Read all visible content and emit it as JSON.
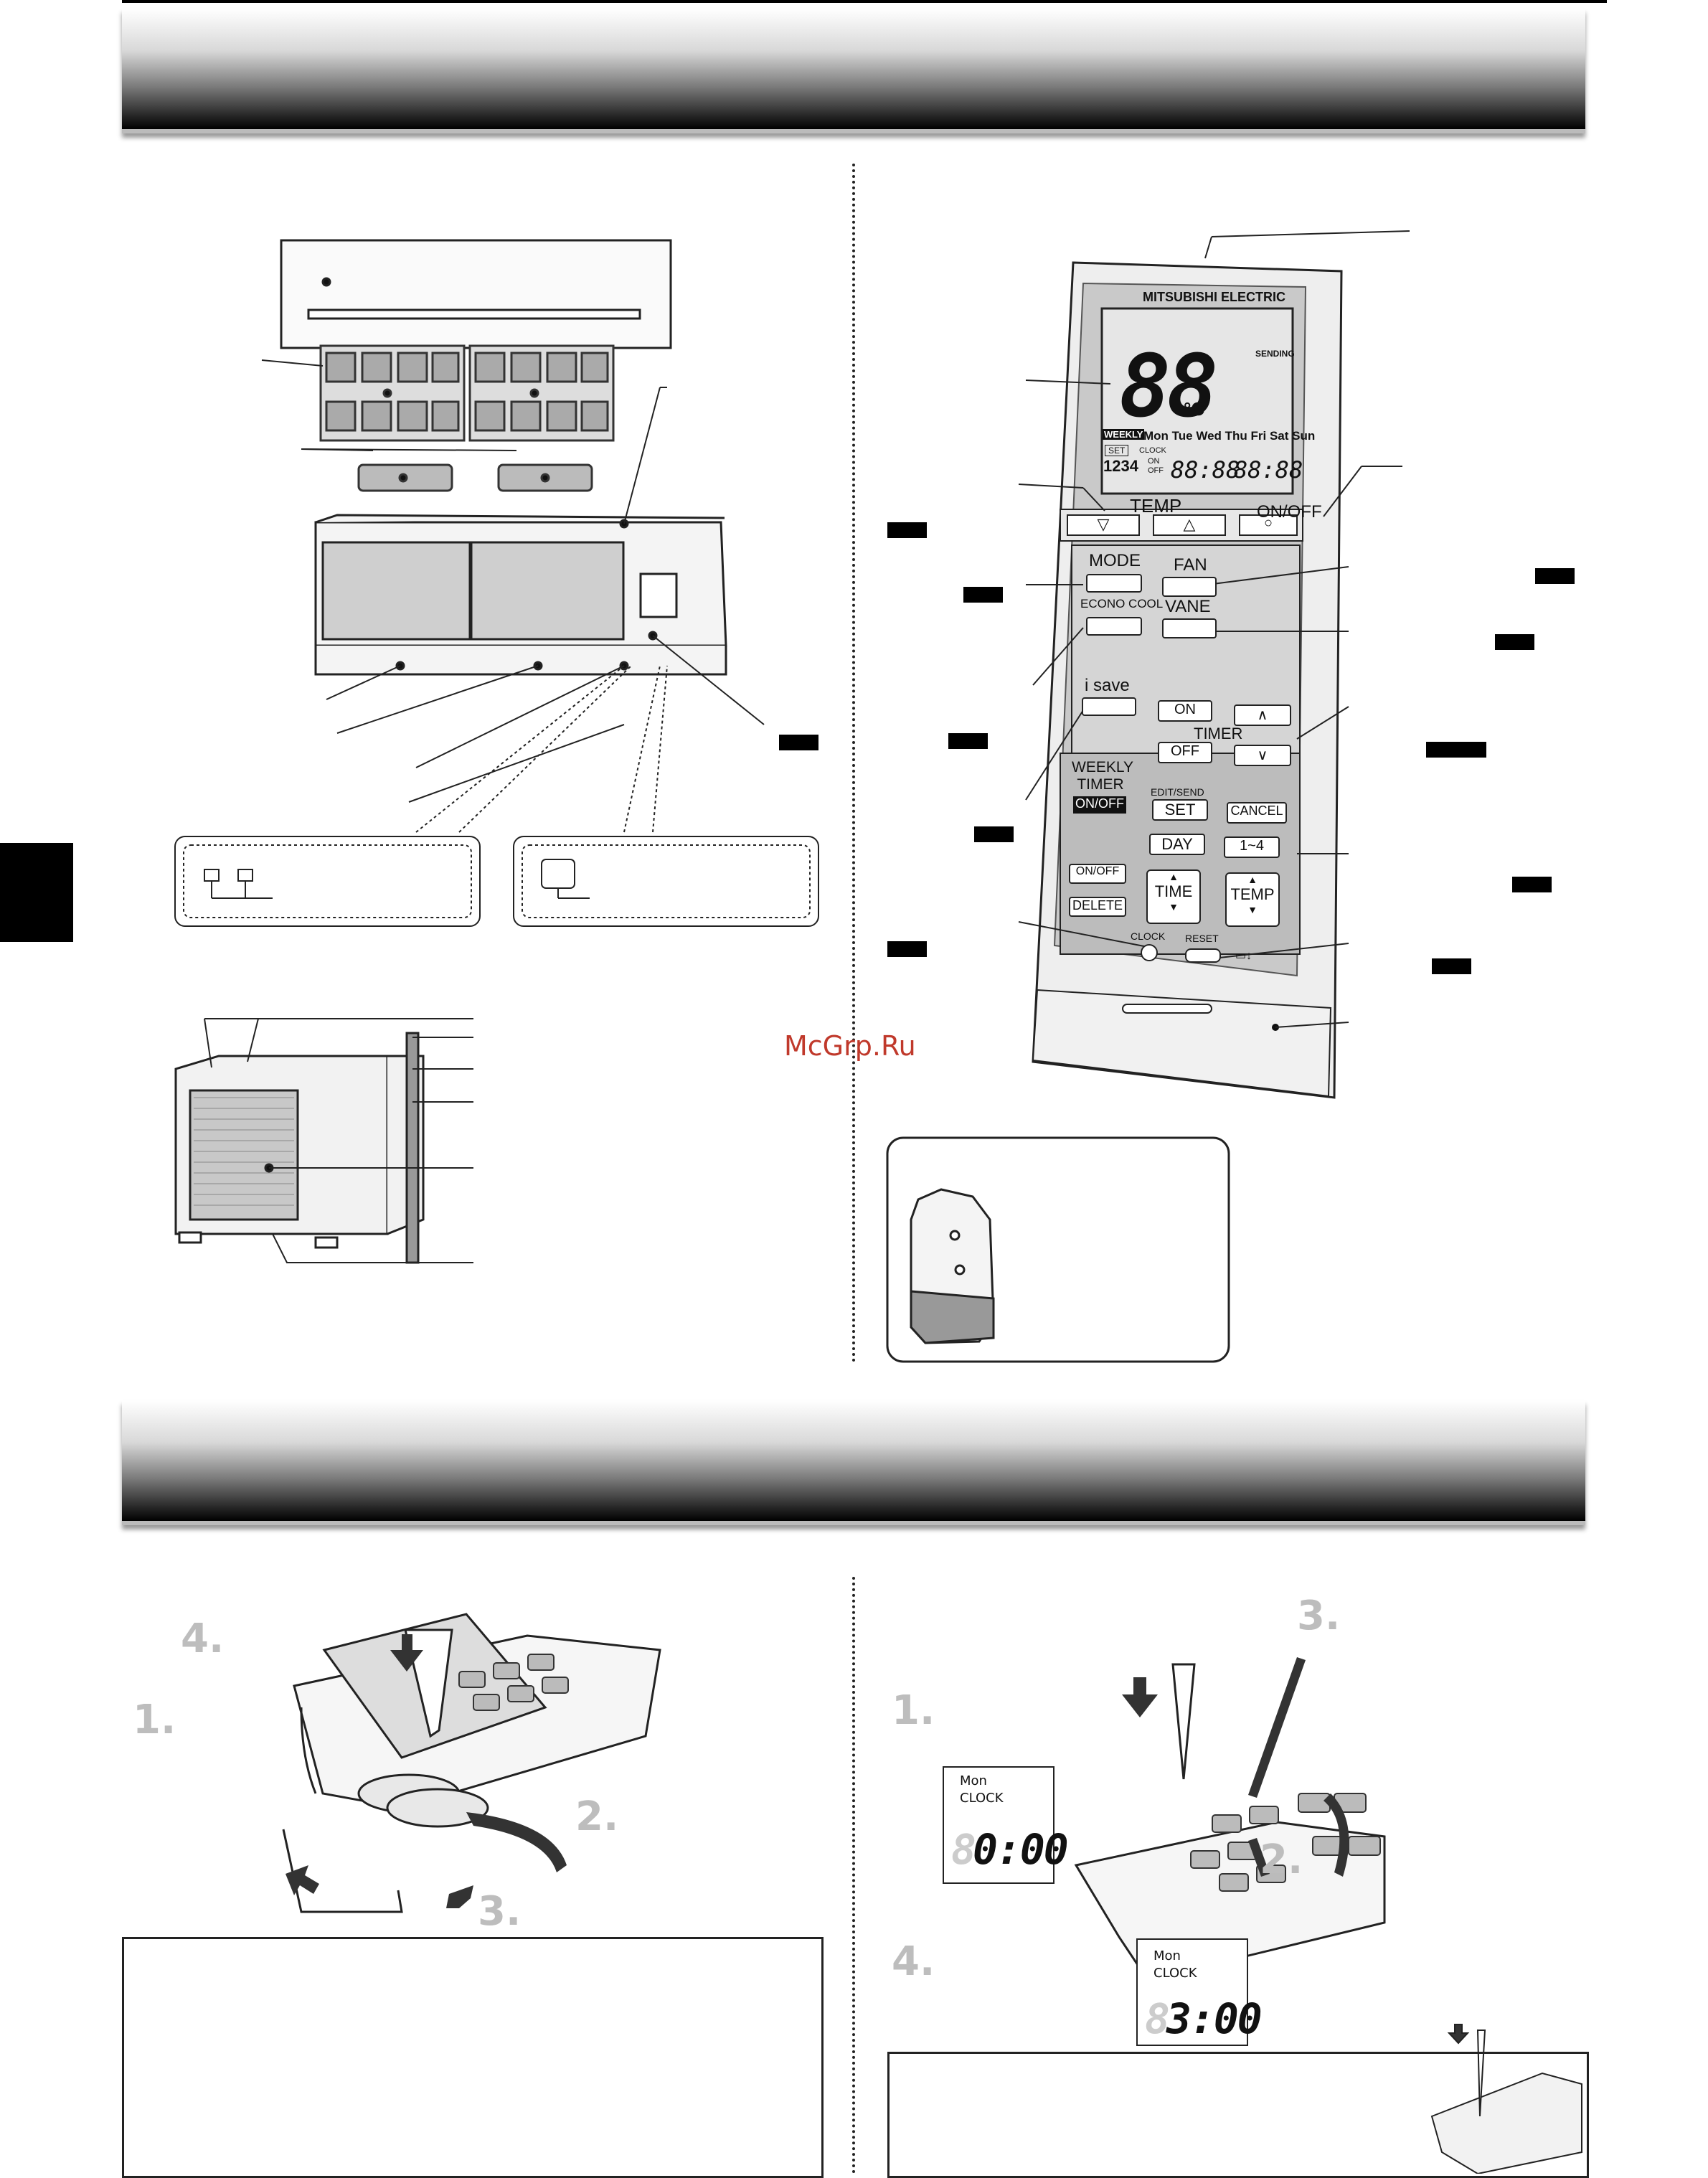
{
  "watermark": "McGrp.Ru",
  "remote": {
    "brand": "MITSUBISHI ELECTRIC",
    "lcd": {
      "temp": "88",
      "unit": "°C",
      "sending": "SENDING",
      "weekly": "WEEKLY",
      "days": "Mon Tue Wed Thu Fri Sat Sun",
      "set": "SET",
      "clock": "CLOCK",
      "on": "ON",
      "off": "OFF",
      "prog": "1234",
      "time1": "88:88",
      "time2": "88:88"
    },
    "temp_label": "TEMP",
    "onoff_label": "ON/OFF",
    "mode": "MODE",
    "fan": "FAN",
    "econo_cool": "ECONO COOL",
    "vane": "VANE",
    "i_save": "i save",
    "timer_on": "ON",
    "timer": "TIMER",
    "timer_off": "OFF",
    "weekly_timer": "WEEKLY TIMER",
    "weekly_onoff": "ON/OFF",
    "edit_send": "EDIT/SEND",
    "set": "SET",
    "cancel": "CANCEL",
    "day": "DAY",
    "one_to_four": "1~4",
    "onoff_small": "ON/OFF",
    "delete": "DELETE",
    "time": "TIME",
    "temp_btn": "TEMP",
    "clock": "CLOCK",
    "reset": "RESET"
  },
  "battery_steps": {
    "s1": "1.",
    "s2": "2.",
    "s3": "3.",
    "s4": "4."
  },
  "clock_steps": {
    "s1": "1.",
    "s2": "2.",
    "s3": "3.",
    "s4": "4."
  },
  "clock_lcd_1": {
    "day": "Mon",
    "label": "CLOCK",
    "time": "0:00",
    "faint": "8"
  },
  "clock_lcd_2": {
    "day": "Mon",
    "label": "CLOCK",
    "time": "3:00",
    "faint": "8"
  }
}
